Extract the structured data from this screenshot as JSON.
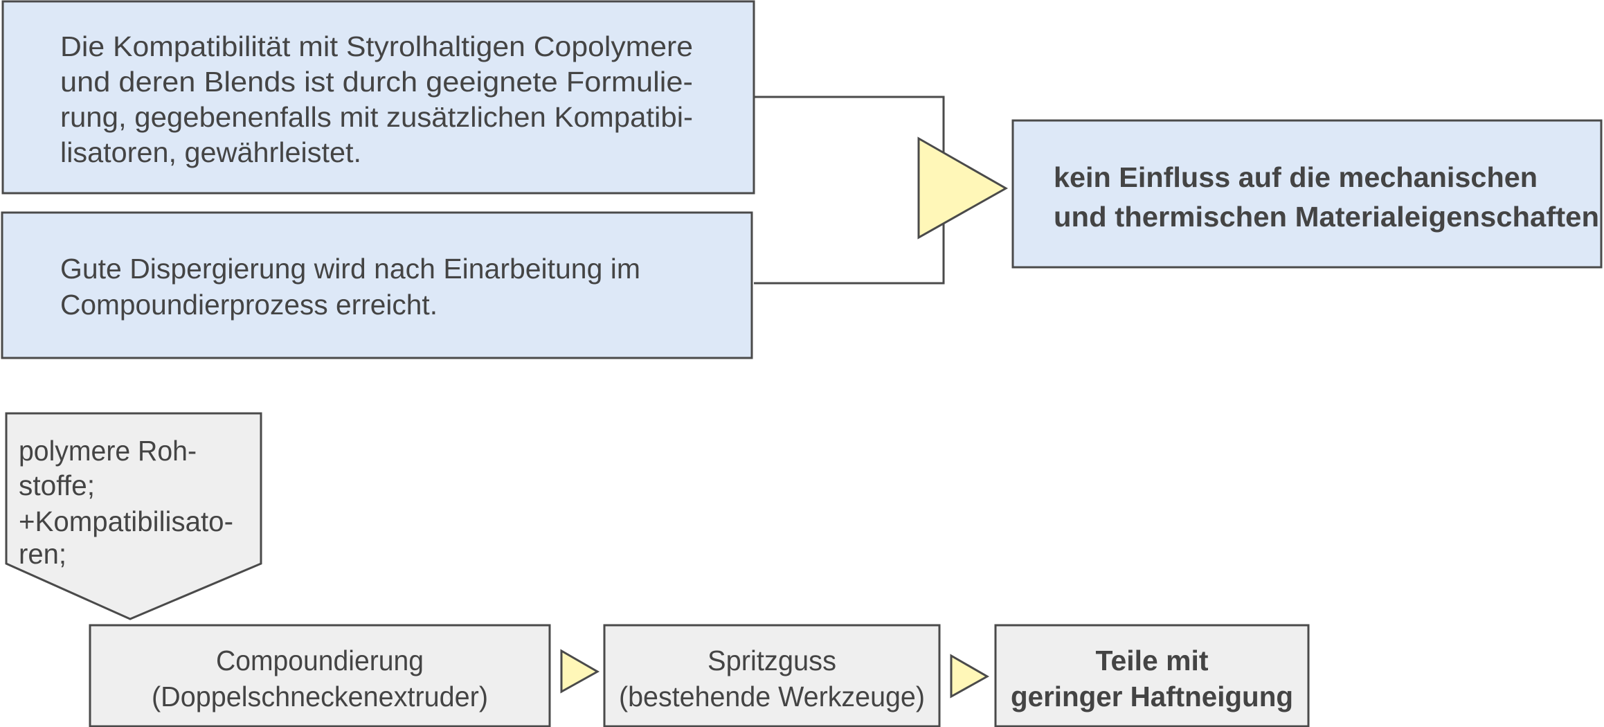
{
  "top_boxes": [
    {
      "lines": [
        "Die Kompatibilität mit Styrolhaltigen Copolymere",
        "und deren Blends ist durch geeignete Formulie-",
        "rung, gegebenenfalls mit zusätzlichen Kompatibi-",
        "lisatoren, gewährleistet."
      ]
    },
    {
      "lines": [
        "Gute Dispergierung wird nach Einarbeitung im",
        "Compoundierprozess erreicht."
      ]
    }
  ],
  "result_box": {
    "lines": [
      "kein Einfluss auf die mechanischen",
      "und thermischen Materialeigenschaften"
    ]
  },
  "input_box": {
    "lines": [
      "polymere Roh-",
      "stoffe;",
      "+Kompatibilisato-",
      "ren;"
    ]
  },
  "process_steps": [
    {
      "lines": [
        "Compoundierung",
        "(Doppelschneckenextruder)"
      ]
    },
    {
      "lines": [
        "Spritzguss",
        "(bestehende Werkzeuge)"
      ]
    },
    {
      "lines": [
        "Teile mit",
        "geringer Haftneigung"
      ]
    }
  ],
  "colors": {
    "box_blue": "#dde8f7",
    "box_gray": "#efefef",
    "arrow_yellow": "#fff7b8",
    "text": "#444444"
  }
}
